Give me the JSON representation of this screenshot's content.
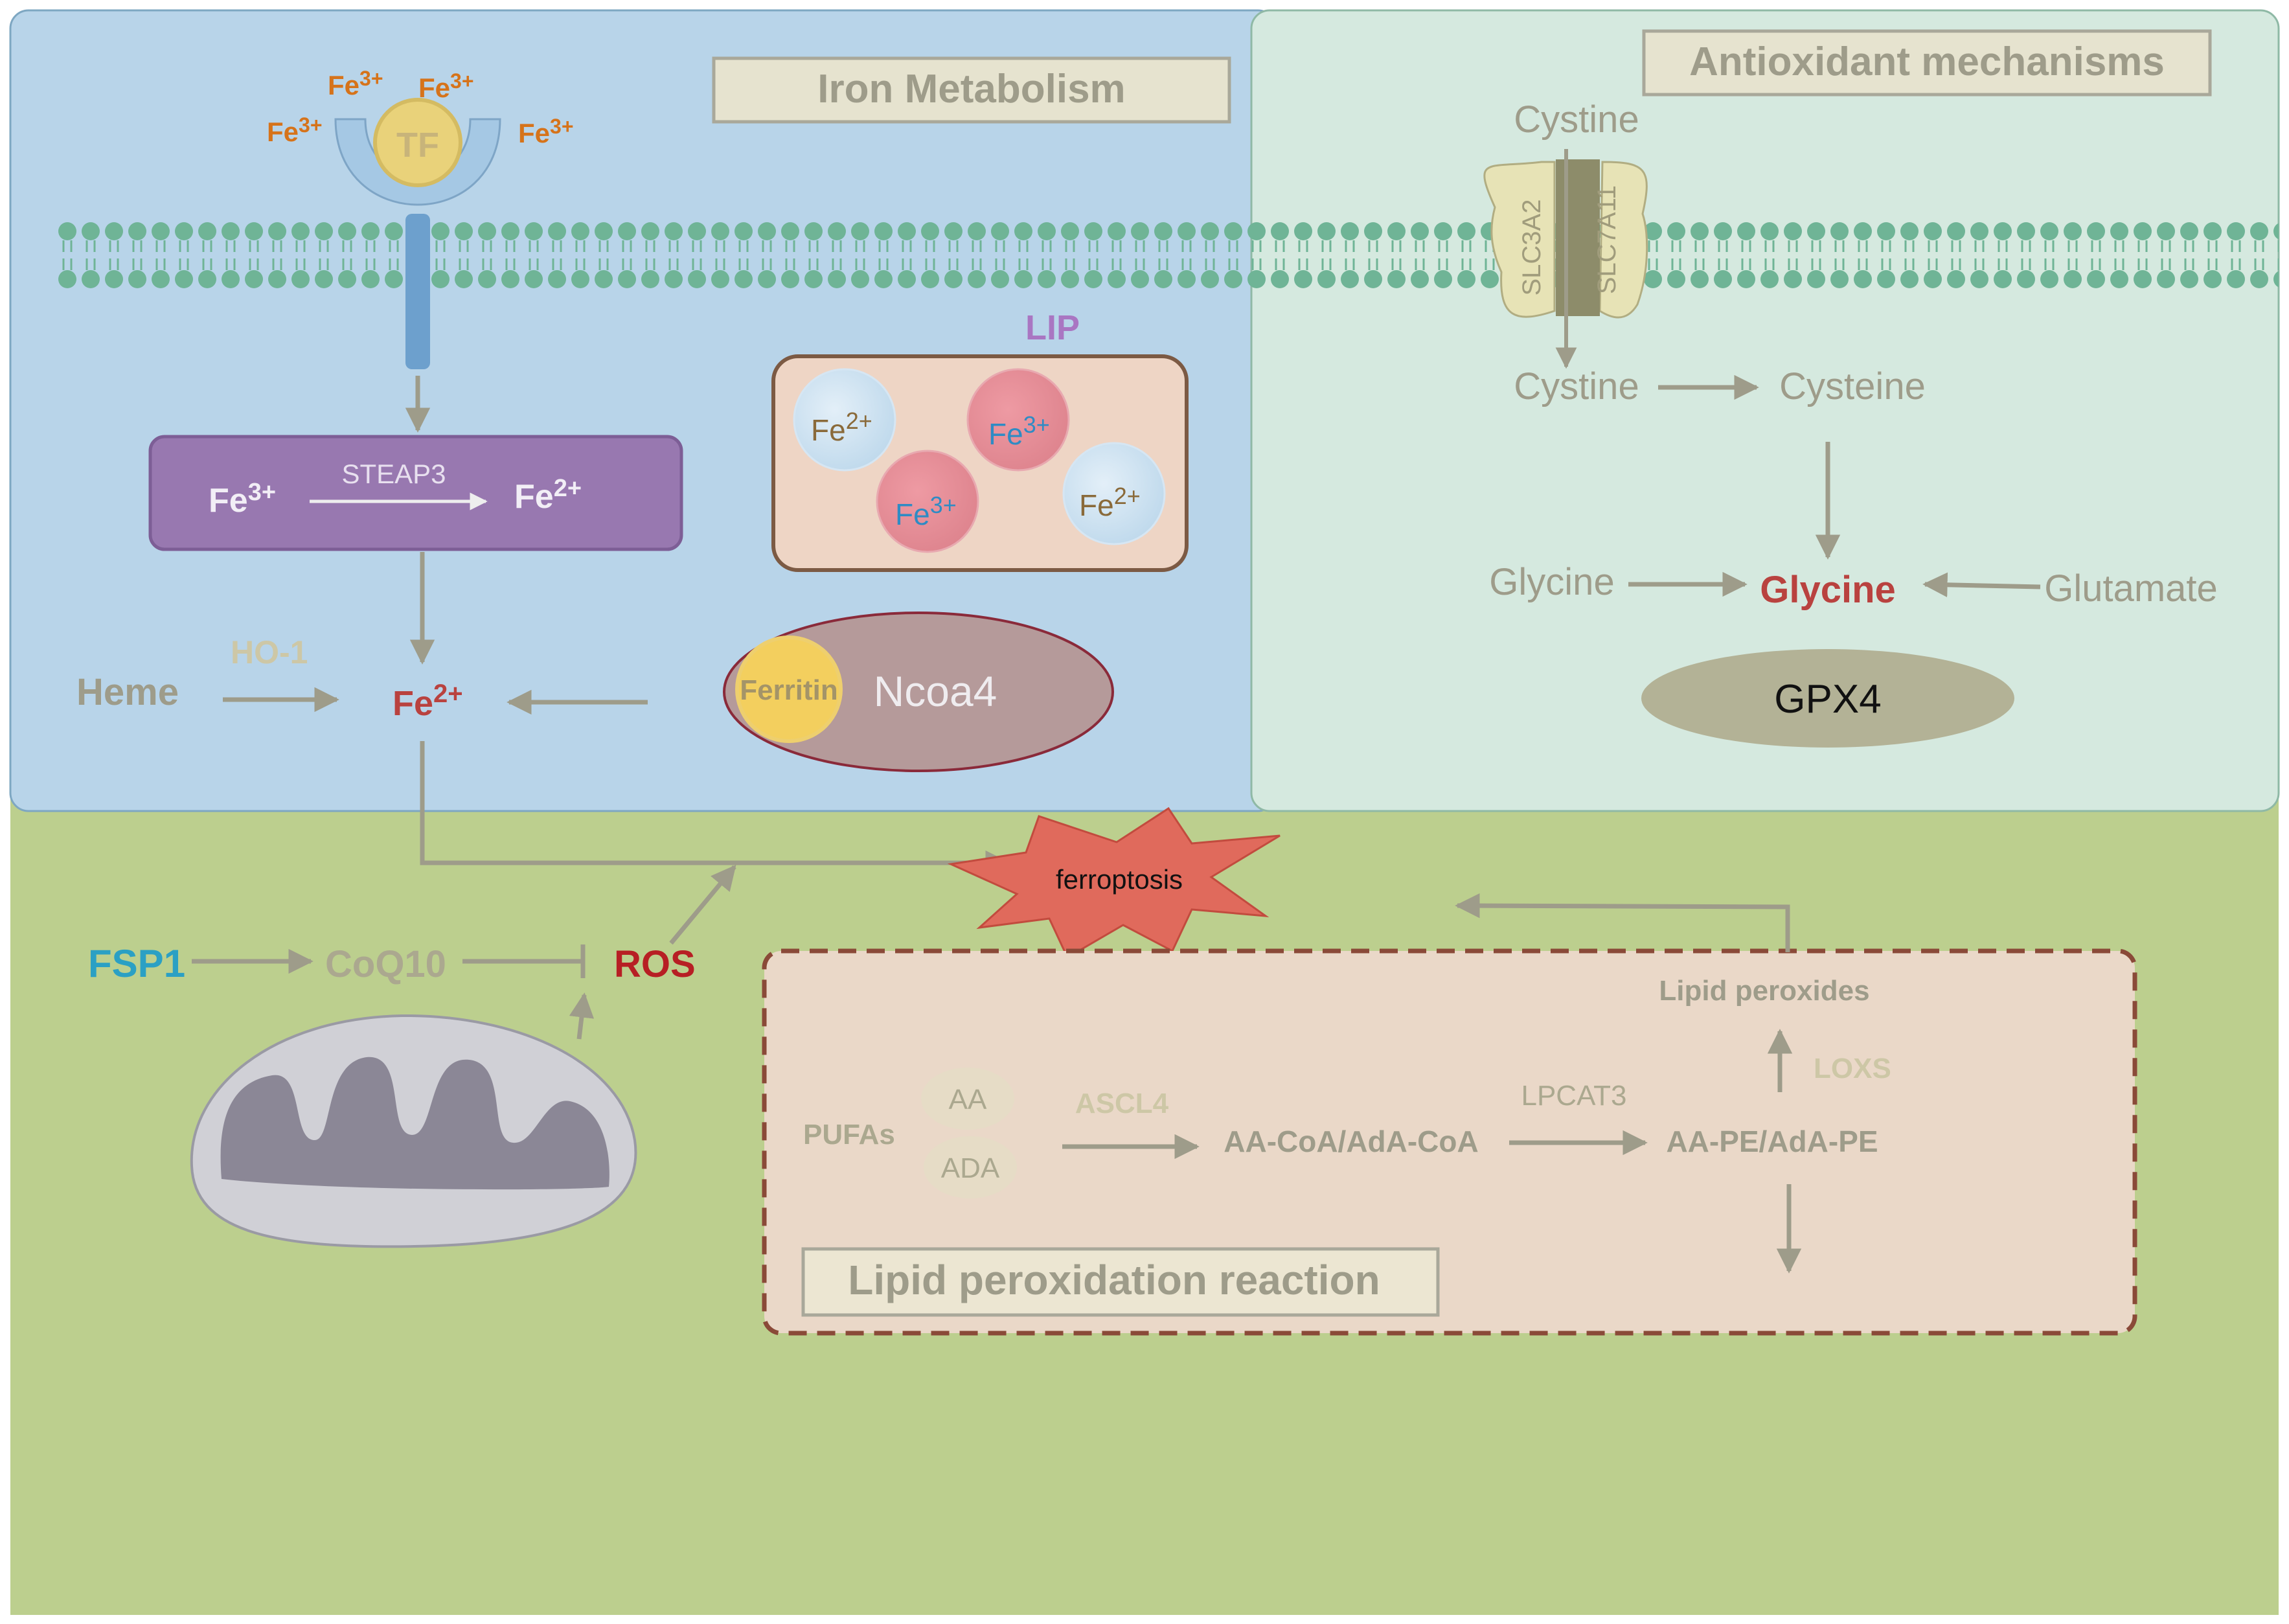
{
  "panels": {
    "iron_title": "Iron Metabolism",
    "antioxidant_title": "Antioxidant mechanisms",
    "lipid_title": "Lipid peroxidation reaction"
  },
  "iron": {
    "tf": "TF",
    "fe": "Fe",
    "charge3": "3+",
    "charge2": "2+",
    "steap3": "STEAP3",
    "lip": "LIP",
    "heme": "Heme",
    "ho1": "HO-1",
    "ferritin": "Ferritin",
    "ncoa4": "Ncoa4"
  },
  "antioxidant": {
    "cystine_out": "Cystine",
    "slc3a2": "SLC3A2",
    "slc7a11": "SLC7A11",
    "cystine_in": "Cystine",
    "cysteine": "Cysteine",
    "glycine_in": "Glycine",
    "glycine_out": "Glycine",
    "glutamate": "Glutamate",
    "gpx4": "GPX4"
  },
  "center": {
    "ferroptosis": "ferroptosis",
    "fsp1": "FSP1",
    "coq10": "CoQ10",
    "ros": "ROS"
  },
  "lipid": {
    "pufas": "PUFAs",
    "aa": "AA",
    "ada": "ADA",
    "ascl4": "ASCL4",
    "aa_coa": "AA-CoA/AdA-CoA",
    "lpcat3": "LPCAT3",
    "aa_pe": "AA-PE/AdA-PE",
    "loxs": "LOXS",
    "lipid_peroxides": "Lipid peroxides"
  },
  "colors": {
    "iron_panel": "#b8d4e9",
    "antioxidant_panel": "#d5e9df",
    "bottom_panel": "#bccf8e",
    "membrane": "#6fb496",
    "arrow": "#9e9c8a",
    "steap3_box": "#9878b0",
    "fe3_orange": "#d6731a",
    "ion_blue": "#2f8bc4",
    "ion_brown": "#8a6a3a",
    "red_text": "#b9423f",
    "fsp1": "#2ba0c4",
    "lip_purple": "#a976c2",
    "ferroptosis_star": "#e06a5c"
  }
}
